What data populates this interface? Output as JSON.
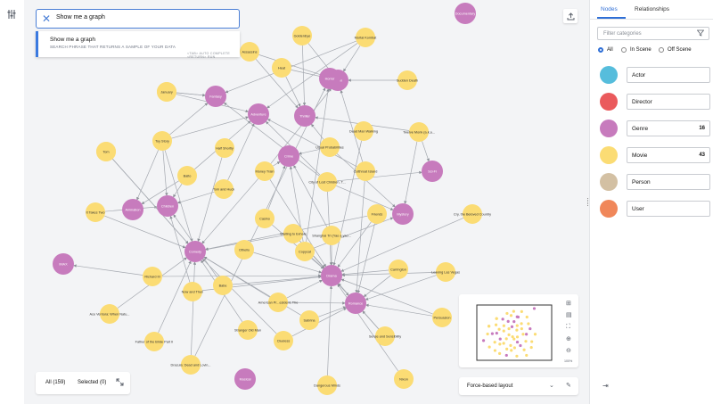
{
  "search": {
    "value": "Show me a graph",
    "close_icon": "close-icon"
  },
  "suggestion": {
    "title": "Show me a graph",
    "subtitle": "SEARCH PHRASE THAT RETURNS A SAMPLE OF YOUR DATA",
    "hint": "<TAB> AUTO COMPLETE   <RETURN> RUN"
  },
  "bottom_bar": {
    "all_label": "All (159)",
    "selected_label": "Selected (0)"
  },
  "layout": {
    "label": "Force-based layout"
  },
  "minimap": {
    "zoom": "100%"
  },
  "panel": {
    "tabs": [
      {
        "label": "Nodes",
        "active": true
      },
      {
        "label": "Relationships",
        "active": false
      }
    ],
    "filter_placeholder": "Filter categories",
    "scope": [
      {
        "label": "All",
        "selected": true
      },
      {
        "label": "In Scene",
        "selected": false
      },
      {
        "label": "Off Scene",
        "selected": false
      }
    ],
    "categories": [
      {
        "name": "Actor",
        "color": "#56bddc",
        "count": ""
      },
      {
        "name": "Director",
        "color": "#ea5a5c",
        "count": ""
      },
      {
        "name": "Genre",
        "color": "#c77bbd",
        "count": "16"
      },
      {
        "name": "Movie",
        "color": "#fbdc74",
        "count": "43"
      },
      {
        "name": "Person",
        "color": "#d3c0a3",
        "count": ""
      },
      {
        "name": "User",
        "color": "#f0875a",
        "count": ""
      }
    ]
  },
  "colors": {
    "genre": "#c77bbd",
    "movie": "#fbdc74",
    "accent": "#3b7ae0"
  },
  "graph": {
    "nodes": [
      {
        "id": "documentary",
        "label": "Documentary",
        "kind": "genre"
      },
      {
        "id": "goldeneye",
        "label": "GoldenEye",
        "kind": "movie"
      },
      {
        "id": "mortal_kombat",
        "label": "Mortal Kombat",
        "kind": "movie"
      },
      {
        "id": "assassins",
        "label": "Assassins",
        "kind": "movie"
      },
      {
        "id": "heat",
        "label": "Heat",
        "kind": "movie"
      },
      {
        "id": "sudden_death",
        "label": "Sudden Death",
        "kind": "movie"
      },
      {
        "id": "action",
        "label": "Action",
        "kind": "genre"
      },
      {
        "id": "jumanji",
        "label": "Jumanji",
        "kind": "movie"
      },
      {
        "id": "fantasy",
        "label": "Fantasy",
        "kind": "genre"
      },
      {
        "id": "adventure",
        "label": "Adventure",
        "kind": "genre"
      },
      {
        "id": "thriller",
        "label": "Thriller",
        "kind": "genre"
      },
      {
        "id": "dead_man_walking",
        "label": "Dead Man Walking",
        "kind": "movie"
      },
      {
        "id": "twelve_monkeys",
        "label": "Twelve Monk (a.k.a...",
        "kind": "movie"
      },
      {
        "id": "toy_story",
        "label": "Toy Story",
        "kind": "movie"
      },
      {
        "id": "four_rooms",
        "label": "Four Rooms",
        "kind": "movie"
      },
      {
        "id": "balto",
        "label": "Balto",
        "kind": "movie"
      },
      {
        "id": "hm_shortly",
        "label": "Half Shortly",
        "kind": "movie"
      },
      {
        "id": "usual_suspects",
        "label": "Usual Probabilities",
        "kind": "movie"
      },
      {
        "id": "crime",
        "label": "Crime",
        "kind": "genre"
      },
      {
        "id": "cutthroat_island",
        "label": "Cutthroat Island",
        "kind": "movie"
      },
      {
        "id": "scifi",
        "label": "Sci-Fi",
        "kind": "genre"
      },
      {
        "id": "money_train",
        "label": "Money Train",
        "kind": "movie"
      },
      {
        "id": "tom_huck",
        "label": "Tom and Huck",
        "kind": "movie"
      },
      {
        "id": "city_lost_children",
        "label": "City of Lost Children, T...",
        "kind": "movie"
      },
      {
        "id": "it_takes_two",
        "label": "It Takes Two",
        "kind": "movie"
      },
      {
        "id": "animation",
        "label": "Animation",
        "kind": "genre"
      },
      {
        "id": "children",
        "label": "Children",
        "kind": "genre"
      },
      {
        "id": "friends",
        "label": "Friends",
        "kind": "movie"
      },
      {
        "id": "mystery",
        "label": "Mystery",
        "kind": "genre"
      },
      {
        "id": "cry_beloved",
        "label": "Cry, the Beloved Country",
        "kind": "movie"
      },
      {
        "id": "casino",
        "label": "Casino",
        "kind": "movie"
      },
      {
        "id": "waiting_exhale",
        "label": "Waiting to Exhale",
        "kind": "movie"
      },
      {
        "id": "shanghai_triad",
        "label": "Shanghai Tri (Yao a yao...",
        "kind": "movie"
      },
      {
        "id": "comedy",
        "label": "Comedy",
        "kind": "genre"
      },
      {
        "id": "othello",
        "label": "Othello",
        "kind": "movie"
      },
      {
        "id": "copycat",
        "label": "Copycat",
        "kind": "movie"
      },
      {
        "id": "leaving_vegas",
        "label": "Leaving Las Vegas",
        "kind": "movie"
      },
      {
        "id": "imax",
        "label": "IMAX",
        "kind": "genre"
      },
      {
        "id": "richard_iii",
        "label": "Richard III",
        "kind": "movie"
      },
      {
        "id": "now_then",
        "label": "Now and Then",
        "kind": "movie"
      },
      {
        "id": "babe",
        "label": "Babe",
        "kind": "movie"
      },
      {
        "id": "drama",
        "label": "Drama",
        "kind": "genre"
      },
      {
        "id": "carrington",
        "label": "Carrington",
        "kind": "movie"
      },
      {
        "id": "american_president",
        "label": "American Pr...esident, The",
        "kind": "movie"
      },
      {
        "id": "romance",
        "label": "Romance",
        "kind": "genre"
      },
      {
        "id": "ace_ventura",
        "label": "Ace Ventura: When Natu...",
        "kind": "movie"
      },
      {
        "id": "persuasion",
        "label": "Persuasion",
        "kind": "movie"
      },
      {
        "id": "stranger_old_man",
        "label": "Stranger Old Man",
        "kind": "movie"
      },
      {
        "id": "sabrina",
        "label": "Sabrina",
        "kind": "movie"
      },
      {
        "id": "sense_sensibility",
        "label": "Sense and Sensibility",
        "kind": "movie"
      },
      {
        "id": "father_bride",
        "label": "Father of the Bride Part II",
        "kind": "movie"
      },
      {
        "id": "clueless",
        "label": "Clueless",
        "kind": "movie"
      },
      {
        "id": "dracula",
        "label": "Dracula: Dead and Lovin...",
        "kind": "movie"
      },
      {
        "id": "musical",
        "label": "Musical",
        "kind": "genre"
      },
      {
        "id": "dangerous_minds",
        "label": "Dangerous Minds",
        "kind": "movie"
      },
      {
        "id": "nixon",
        "label": "Nixon",
        "kind": "movie"
      },
      {
        "id": "january",
        "label": "January",
        "kind": "movie"
      },
      {
        "id": "tom_small",
        "label": "Tom",
        "kind": "movie"
      },
      {
        "id": "horror",
        "label": "Horror",
        "kind": "genre"
      }
    ],
    "edges": [
      [
        "goldeneye",
        "action"
      ],
      [
        "mortal_kombat",
        "action"
      ],
      [
        "assassins",
        "action"
      ],
      [
        "heat",
        "action"
      ],
      [
        "sudden_death",
        "action"
      ],
      [
        "heat",
        "thriller"
      ],
      [
        "assassins",
        "thriller"
      ],
      [
        "goldeneye",
        "thriller"
      ],
      [
        "jumanji",
        "fantasy"
      ],
      [
        "jumanji",
        "adventure"
      ],
      [
        "mortal_kombat",
        "fantasy"
      ],
      [
        "mortal_kombat",
        "adventure"
      ],
      [
        "toy_story",
        "adventure"
      ],
      [
        "toy_story",
        "animation"
      ],
      [
        "toy_story",
        "children"
      ],
      [
        "toy_story",
        "comedy"
      ],
      [
        "toy_story",
        "fantasy"
      ],
      [
        "balto",
        "animation"
      ],
      [
        "balto",
        "children"
      ],
      [
        "balto",
        "adventure"
      ],
      [
        "dead_man_walking",
        "drama"
      ],
      [
        "twelve_monkeys",
        "scifi"
      ],
      [
        "twelve_monkeys",
        "mystery"
      ],
      [
        "twelve_monkeys",
        "thriller"
      ],
      [
        "usual_suspects",
        "crime"
      ],
      [
        "usual_suspects",
        "mystery"
      ],
      [
        "usual_suspects",
        "thriller"
      ],
      [
        "money_train",
        "action"
      ],
      [
        "money_train",
        "comedy"
      ],
      [
        "money_train",
        "crime"
      ],
      [
        "money_train",
        "drama"
      ],
      [
        "cutthroat_island",
        "action"
      ],
      [
        "cutthroat_island",
        "adventure"
      ],
      [
        "cutthroat_island",
        "romance"
      ],
      [
        "city_lost_children",
        "adventure"
      ],
      [
        "city_lost_children",
        "drama"
      ],
      [
        "city_lost_children",
        "fantasy"
      ],
      [
        "city_lost_children",
        "mystery"
      ],
      [
        "city_lost_children",
        "scifi"
      ],
      [
        "tom_huck",
        "adventure"
      ],
      [
        "tom_huck",
        "children"
      ],
      [
        "it_takes_two",
        "children"
      ],
      [
        "it_takes_two",
        "comedy"
      ],
      [
        "friends",
        "comedy"
      ],
      [
        "friends",
        "drama"
      ],
      [
        "friends",
        "romance"
      ],
      [
        "cry_beloved",
        "drama"
      ],
      [
        "casino",
        "crime"
      ],
      [
        "casino",
        "drama"
      ],
      [
        "waiting_exhale",
        "comedy"
      ],
      [
        "waiting_exhale",
        "drama"
      ],
      [
        "waiting_exhale",
        "romance"
      ],
      [
        "shanghai_triad",
        "crime"
      ],
      [
        "othello",
        "drama"
      ],
      [
        "copycat",
        "crime"
      ],
      [
        "copycat",
        "drama"
      ],
      [
        "copycat",
        "horror"
      ],
      [
        "copycat",
        "mystery"
      ],
      [
        "leaving_vegas",
        "drama"
      ],
      [
        "leaving_vegas",
        "romance"
      ],
      [
        "richard_iii",
        "drama"
      ],
      [
        "now_then",
        "children"
      ],
      [
        "now_then",
        "drama"
      ],
      [
        "babe",
        "children"
      ],
      [
        "babe",
        "drama"
      ],
      [
        "carrington",
        "drama"
      ],
      [
        "carrington",
        "romance"
      ],
      [
        "american_president",
        "comedy"
      ],
      [
        "american_president",
        "drama"
      ],
      [
        "american_president",
        "romance"
      ],
      [
        "ace_ventura",
        "comedy"
      ],
      [
        "persuasion",
        "drama"
      ],
      [
        "persuasion",
        "romance"
      ],
      [
        "stranger_old_man",
        "comedy"
      ],
      [
        "sabrina",
        "comedy"
      ],
      [
        "sabrina",
        "romance"
      ],
      [
        "sense_sensibility",
        "drama"
      ],
      [
        "sense_sensibility",
        "romance"
      ],
      [
        "father_bride",
        "comedy"
      ],
      [
        "clueless",
        "comedy"
      ],
      [
        "clueless",
        "romance"
      ],
      [
        "dracula",
        "comedy"
      ],
      [
        "dracula",
        "horror"
      ],
      [
        "dangerous_minds",
        "drama"
      ],
      [
        "nixon",
        "drama"
      ],
      [
        "four_rooms",
        "comedy"
      ],
      [
        "hm_shortly",
        "comedy"
      ],
      [
        "january",
        "fantasy"
      ],
      [
        "tom_small",
        "comedy"
      ],
      [
        "richard_iii",
        "imax"
      ],
      [
        "shanghai_triad",
        "drama"
      ]
    ]
  }
}
